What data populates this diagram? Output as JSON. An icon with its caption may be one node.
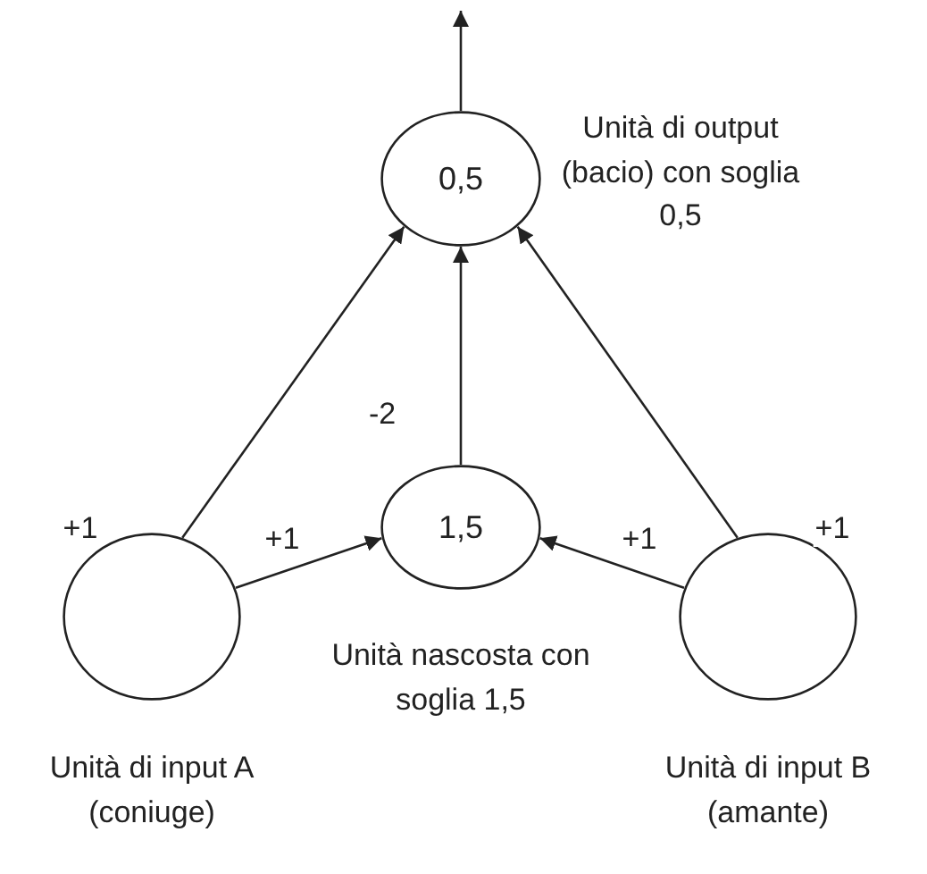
{
  "diagram": {
    "nodes": [
      {
        "text": [
          "0,5"
        ],
        "beside": [
          "Unità di output (bacio) con soglia 0,5"
        ]
      },
      {
        "text": [
          "1,5"
        ],
        "beside": [
          "Unità nascosta con soglia 1,5"
        ]
      },
      {
        "text": [],
        "shape": "circle",
        "beside": [
          "Unità di input A (coniuge)"
        ]
      },
      {
        "text": [],
        "shape": "circle",
        "beside": [
          "Unità di input B (amante)"
        ]
      }
    ],
    "edges": [
      {
        "from": 0,
        "to": null,
        "arrow": "to"
      },
      {
        "from": 2,
        "to": 0,
        "arrow": "to",
        "label": "+1"
      },
      {
        "from": 2,
        "to": 1,
        "arrow": "to",
        "label": "+1"
      },
      {
        "from": 1,
        "to": 0,
        "arrow": "to",
        "label": "-2"
      },
      {
        "from": 3,
        "to": 1,
        "arrow": "to",
        "label": "+1"
      },
      {
        "from": 3,
        "to": 0,
        "arrow": "to",
        "label": "+1"
      }
    ]
  }
}
